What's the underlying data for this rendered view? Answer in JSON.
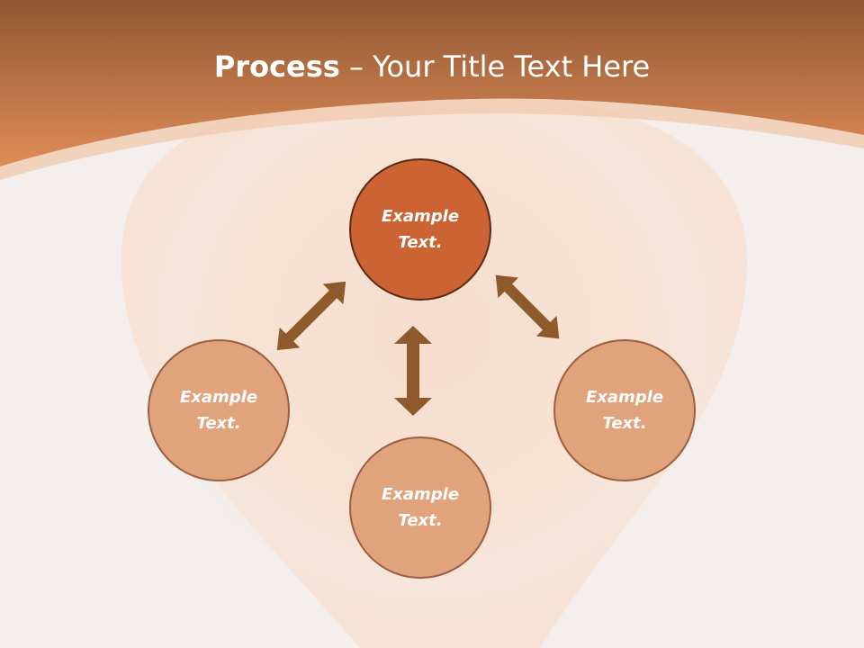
{
  "slide": {
    "title_bold": "Process",
    "title_rest": " – Your Title Text Here"
  },
  "nodes": [
    {
      "id": "top",
      "line1": "Example",
      "line2": "Text.",
      "fill": "#cb6332",
      "border": "#5a2a14"
    },
    {
      "id": "left",
      "line1": "Example",
      "line2": "Text.",
      "fill": "#e0a37b",
      "border": "#9c5e3e"
    },
    {
      "id": "bottom",
      "line1": "Example",
      "line2": "Text.",
      "fill": "#e0a37b",
      "border": "#9c5e3e"
    },
    {
      "id": "right",
      "line1": "Example",
      "line2": "Text.",
      "fill": "#e0a37b",
      "border": "#9c5e3e"
    }
  ],
  "colors": {
    "header_top": "#925733",
    "header_bottom": "#db8a57",
    "arrow": "#8e5a2b",
    "background": "#f4efec"
  }
}
